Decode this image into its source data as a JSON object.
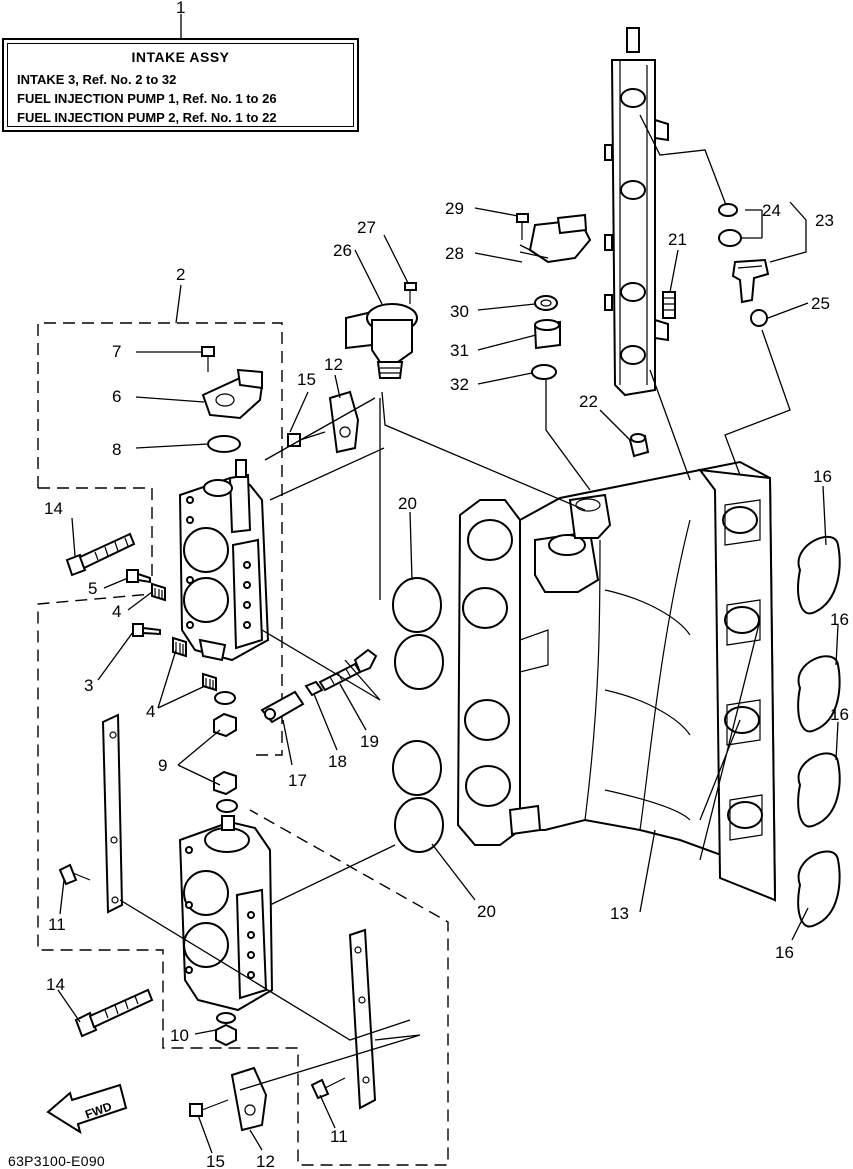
{
  "legend_box": {
    "number": "1",
    "heading": "INTAKE ASSY",
    "lines": [
      "INTAKE 3, Ref. No. 2 to 32",
      "FUEL INJECTION PUMP 1, Ref. No. 1 to 26",
      "FUEL INJECTION PUMP 2, Ref. No. 1 to 22"
    ]
  },
  "drawing_code": "63P3100-E090",
  "fwd_arrow": "FWD",
  "callouts": {
    "c2": "2",
    "c3": "3",
    "c4a": "4",
    "c4b": "4",
    "c5": "5",
    "c6": "6",
    "c7": "7",
    "c8": "8",
    "c9": "9",
    "c10": "10",
    "c11a": "11",
    "c11b": "11",
    "c12a": "12",
    "c12b": "12",
    "c13": "13",
    "c14a": "14",
    "c14b": "14",
    "c15a": "15",
    "c15b": "15",
    "c16a": "16",
    "c16b": "16",
    "c16c": "16",
    "c16d": "16",
    "c17": "17",
    "c18": "18",
    "c19": "19",
    "c20a": "20",
    "c20b": "20",
    "c21": "21",
    "c22": "22",
    "c23": "23",
    "c24": "24",
    "c25": "25",
    "c26": "26",
    "c27": "27",
    "c28": "28",
    "c29": "29",
    "c30": "30",
    "c31": "31",
    "c32": "32"
  }
}
